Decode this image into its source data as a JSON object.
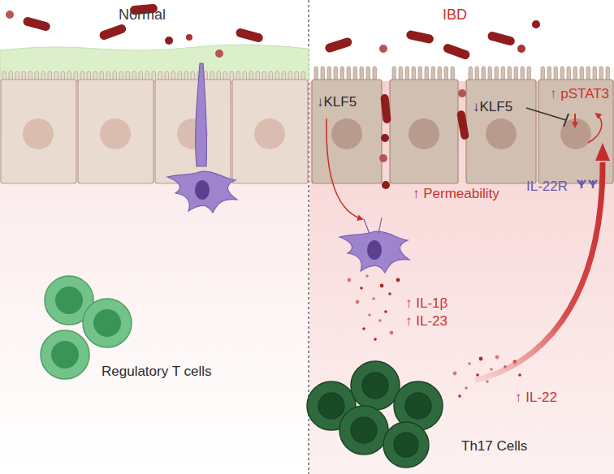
{
  "diagram": {
    "nodes": [
      {
        "text": [
          "↓KLF5"
        ]
      },
      {
        "text": [
          "↓KLF5"
        ]
      },
      {
        "text": [
          "↑ pSTAT3"
        ]
      }
    ],
    "labels": [
      "Normal",
      "IBD",
      "↑ Permeability",
      "IL-22R",
      "↑ IL-1β",
      "↑ IL-23",
      "↑ IL-22",
      "Regulatory T cells",
      "Th17 Cells"
    ]
  }
}
